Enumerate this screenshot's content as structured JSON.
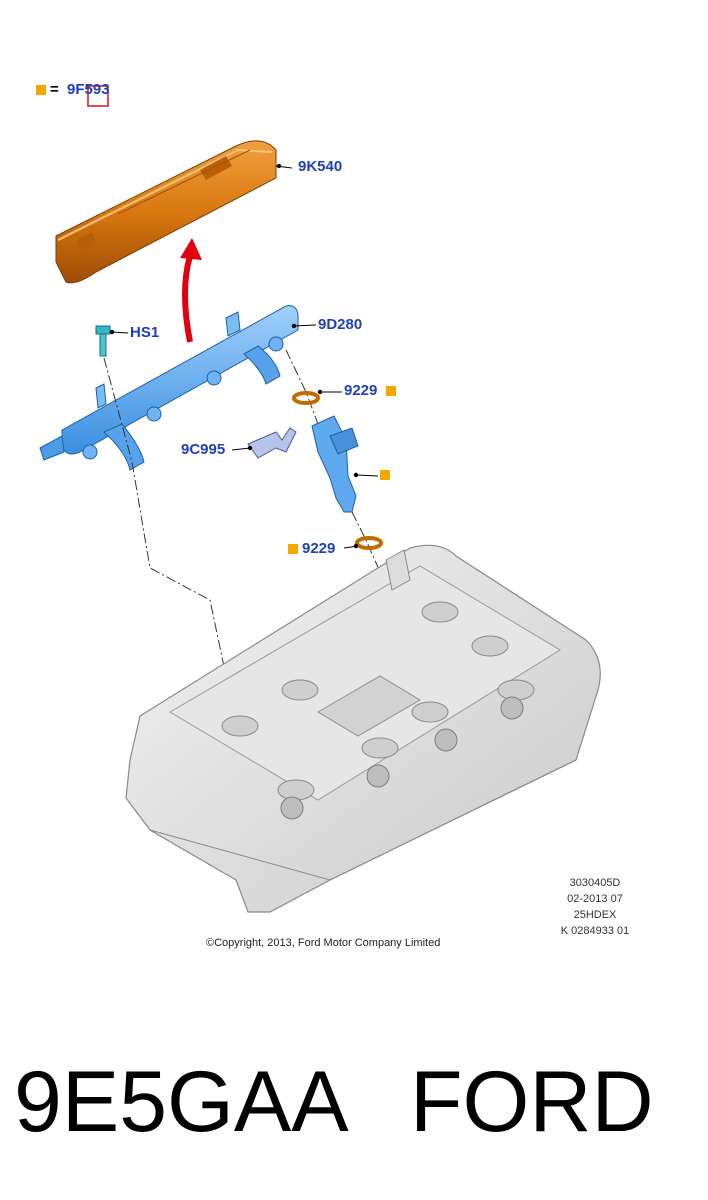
{
  "legend": {
    "symbol": "■",
    "equals": "=",
    "part": "9F593"
  },
  "callouts": {
    "heat_shield": "9K540",
    "bolt": "HS1",
    "fuel_rail": "9D280",
    "oring_upper": "9229",
    "bracket": "9C995",
    "oring_lower": "9229"
  },
  "drawing_info": [
    "3030405D",
    "02-2013 07",
    "25HDEX",
    "K 0284933 01"
  ],
  "copyright": "©Copyright, 2013, Ford Motor Company Limited",
  "caption": {
    "part_code": "9E5GAA",
    "brand": "FORD"
  },
  "colors": {
    "callout_text": "#1f3fb8",
    "marker": "#f3a800",
    "shield": "#d9780f",
    "rail": "#5aa8ee",
    "arrow": "#e0000e"
  }
}
